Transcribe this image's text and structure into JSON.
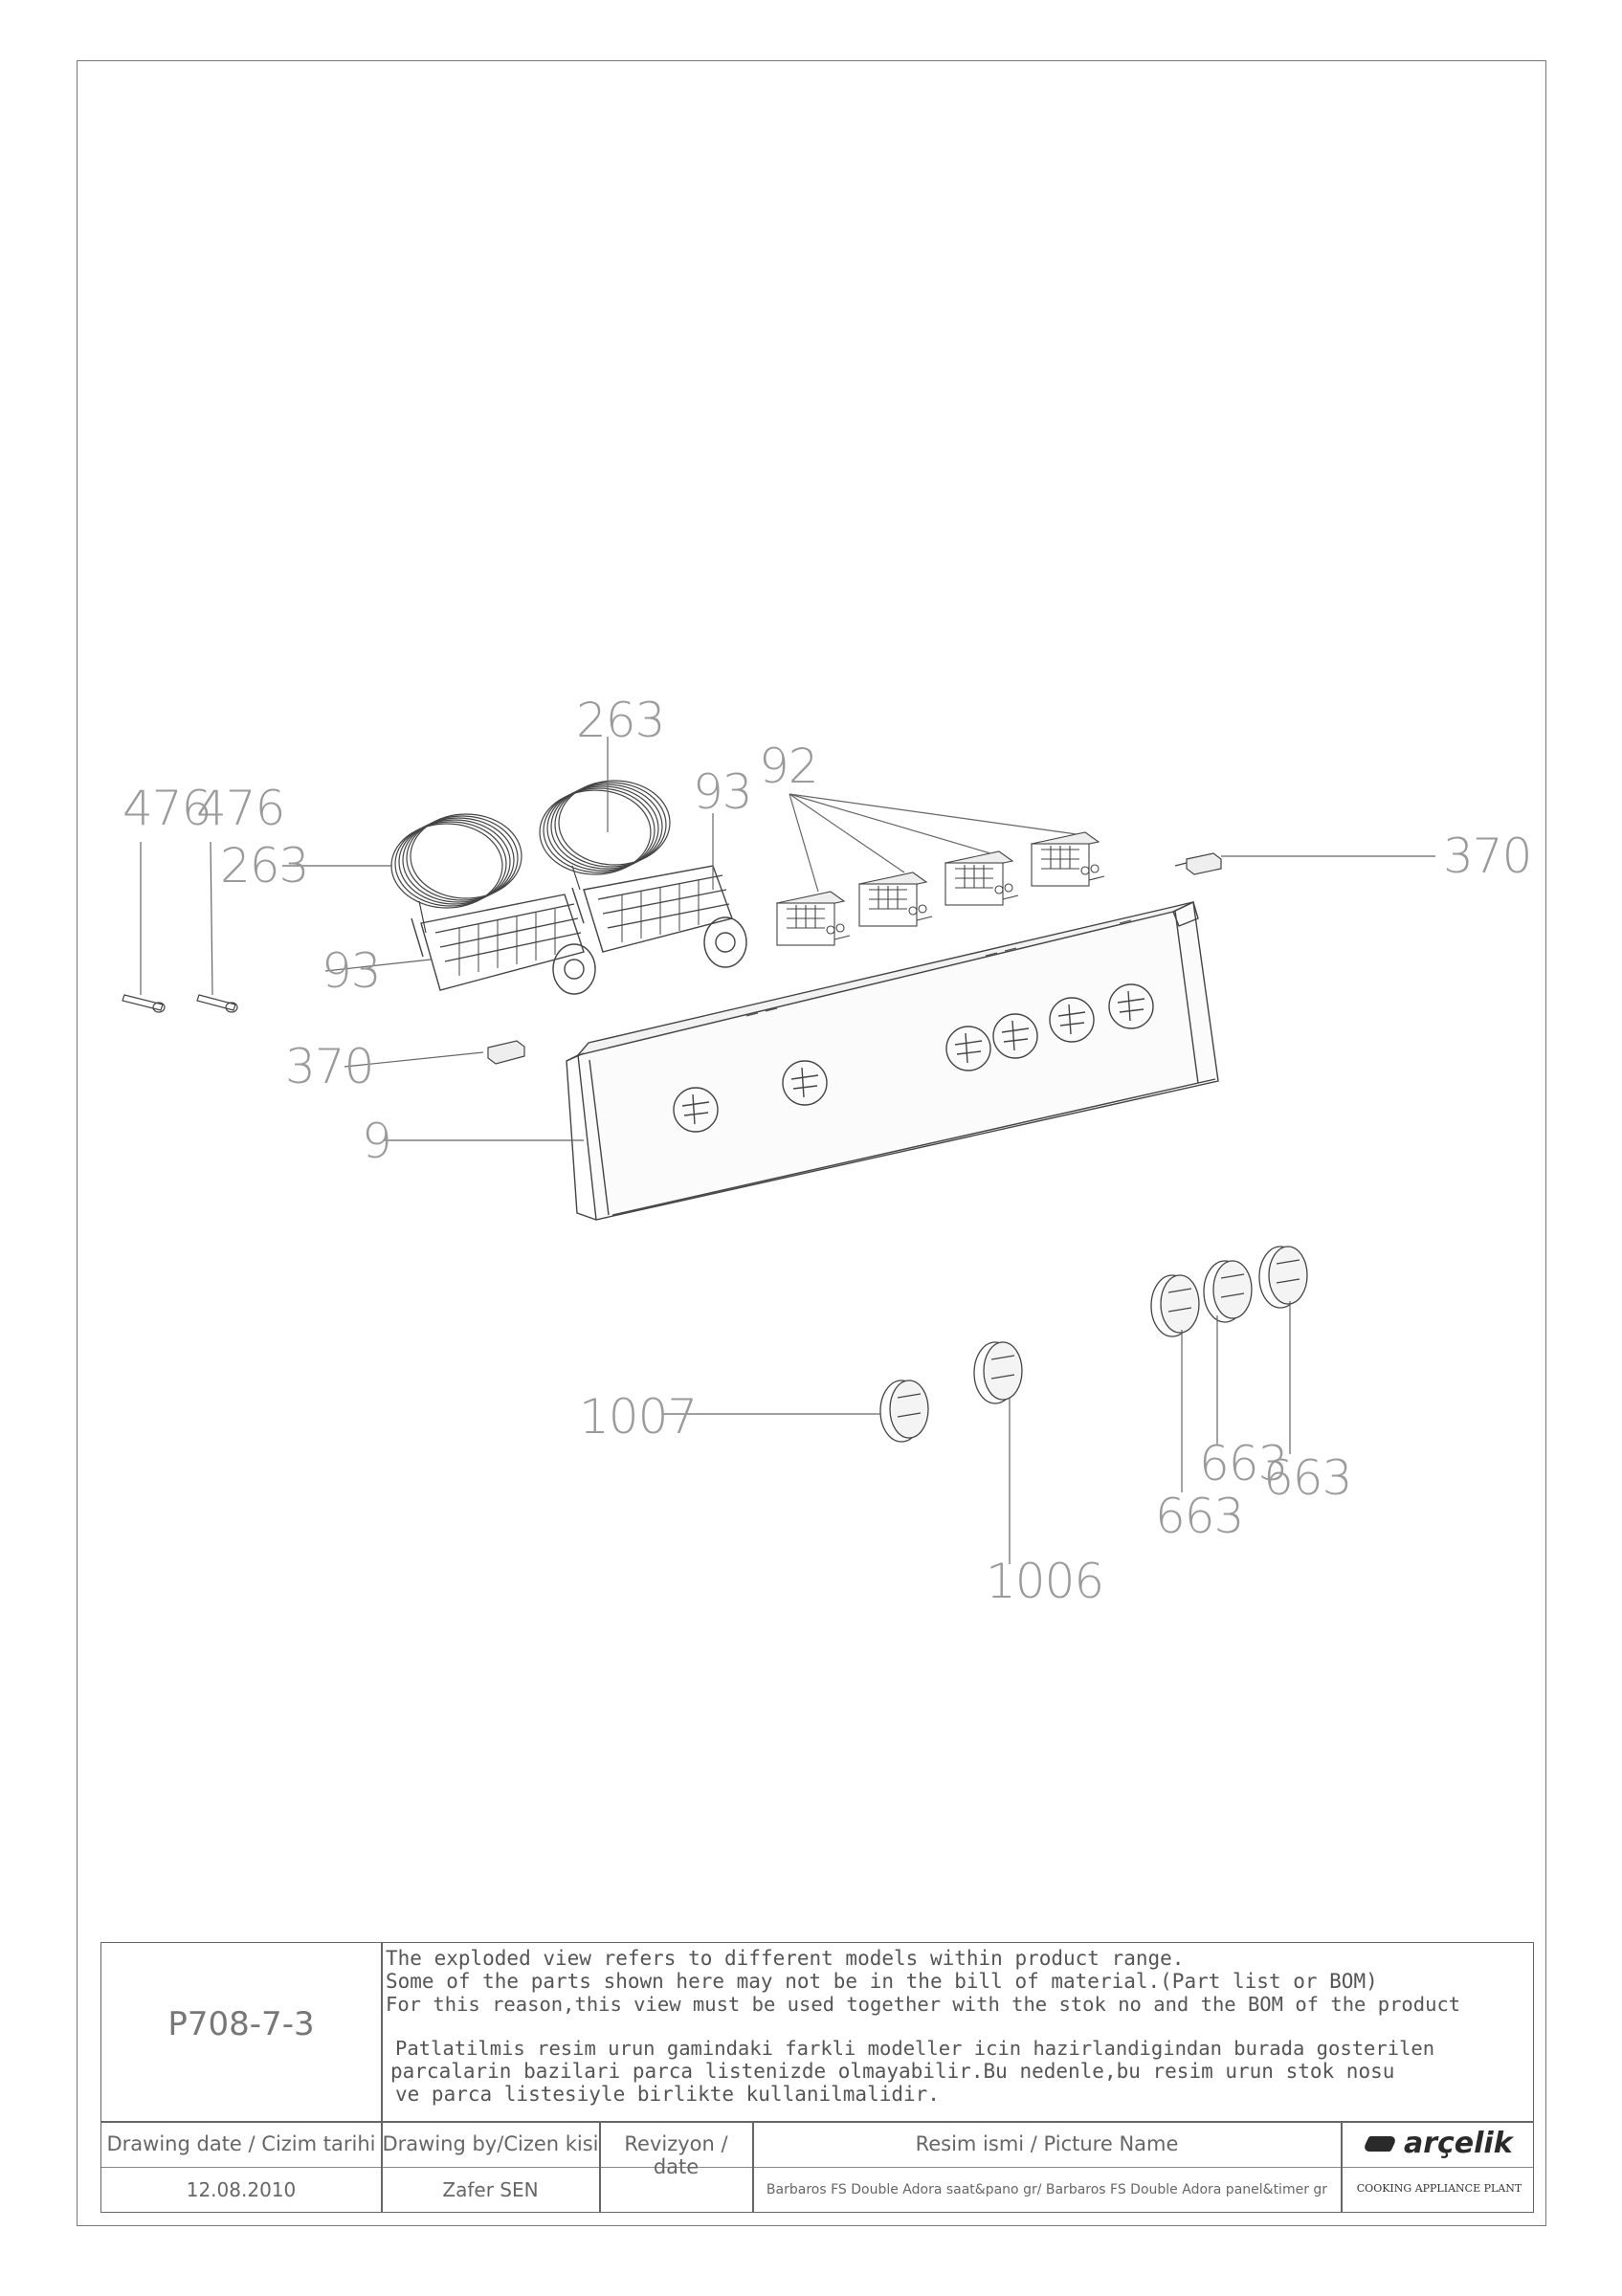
{
  "callouts": {
    "c476a": "476",
    "c476b": "476",
    "c263a": "263",
    "c263b": "263",
    "c93a": "93",
    "c93b": "93",
    "c92": "92",
    "c370a": "370",
    "c370b": "370",
    "c9": "9",
    "c1007": "1007",
    "c1006": "1006",
    "c663a": "663",
    "c663b": "663",
    "c663c": "663"
  },
  "titleblock": {
    "drawing_no": "P708-7-3",
    "note_en": [
      "The exploded view refers to different models within product range.",
      "Some of the parts shown here may not be in the bill of material.(Part list or BOM)",
      "For this reason,this view must be used together with the stok no and the BOM of the product"
    ],
    "note_tr": [
      "Patlatilmis resim urun gamindaki farkli modeller icin hazirlandigindan burada gosterilen",
      "parcalarin bazilari parca listenizde olmayabilir.Bu nedenle,bu resim urun stok nosu",
      "ve parca listesiyle birlikte kullanilmalidir."
    ],
    "head_date": "Drawing date / Cizim tarihi",
    "head_by": "Drawing by/Cizen kisi",
    "head_rev": "Revizyon / date",
    "head_pic": "Resim ismi / Picture Name",
    "val_date": "12.08.2010",
    "val_by": "Zafer SEN",
    "val_rev": "",
    "val_pic": "Barbaros FS Double Adora saat&pano gr/ Barbaros FS Double Adora panel&timer gr",
    "brand": "arçelik",
    "plant": "COOKING APPLIANCE PLANT",
    "brand_color": "#2a2a2a"
  }
}
